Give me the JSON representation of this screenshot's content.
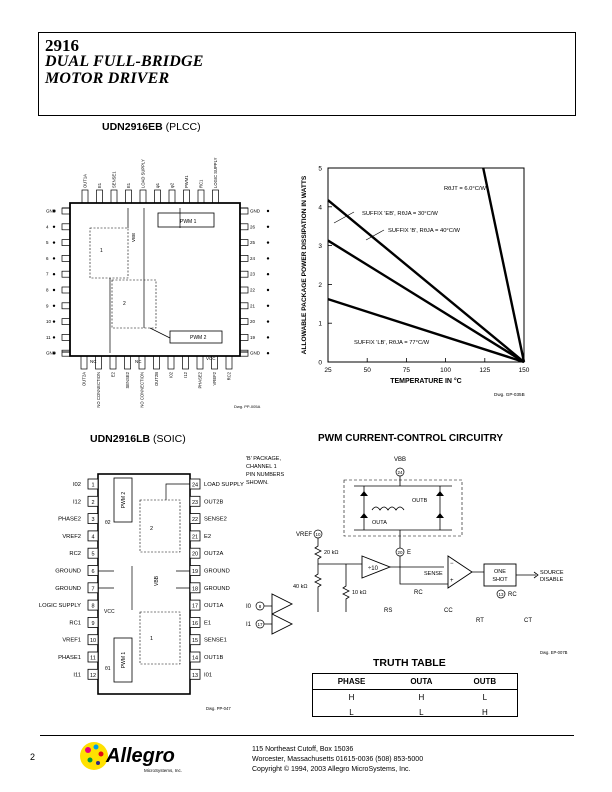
{
  "header": {
    "part_number": "2916",
    "title_line1": "DUAL FULL-BRIDGE",
    "title_line2": "MOTOR DRIVER"
  },
  "plcc": {
    "part": "UDN2916EB",
    "pkg": "(PLCC)",
    "top_pins": [
      "OUT1A",
      "E1",
      "SENSE1",
      "E1",
      "LOAD SUPPLY",
      "φ1",
      "φ2",
      "PWM1",
      "RC1",
      "LOGIC SUPPLY"
    ],
    "bottom_pins": [
      "OUT2A",
      "NO CONNECTION",
      "E2",
      "SENSE2",
      "NO CONNECTION",
      "OUT2B",
      "I02",
      "I12",
      "PHASE2",
      "VREF2",
      "RC2"
    ],
    "left_pins": [
      "GND",
      "4",
      "5",
      "6",
      "7",
      "8",
      "9",
      "10",
      "11",
      "GND"
    ],
    "right_pins": [
      "GND",
      "26",
      "25",
      "24",
      "23",
      "22",
      "21",
      "20",
      "19",
      "GND"
    ],
    "pwm1": "PWM 1",
    "pwm2": "PWM 2",
    "vbb": "VBB",
    "vcc": "VCC",
    "nc": "NC",
    "dwg": "Dwg. PP-005A"
  },
  "chart_data": {
    "type": "line",
    "title": "",
    "xlabel": "TEMPERATURE IN °C",
    "ylabel": "ALLOWABLE PACKAGE POWER DISSIPATION IN WATTS",
    "xlim": [
      25,
      150
    ],
    "ylim": [
      0,
      5
    ],
    "xticks": [
      25,
      50,
      75,
      100,
      125,
      150
    ],
    "yticks": [
      0,
      1,
      2,
      3,
      4,
      5
    ],
    "series": [
      {
        "name": "RθJT = 6.0°C/W",
        "x": [
          124,
          150
        ],
        "y": [
          5,
          0
        ]
      },
      {
        "name": "SUFFIX 'EB', RθJA = 30°C/W",
        "x": [
          25,
          150
        ],
        "y": [
          4.17,
          0
        ]
      },
      {
        "name": "SUFFIX 'B', RθJA = 40°C/W",
        "x": [
          25,
          150
        ],
        "y": [
          3.13,
          0
        ]
      },
      {
        "name": "SUFFIX 'LB', RθJA = 77°C/W",
        "x": [
          25,
          150
        ],
        "y": [
          1.62,
          0
        ]
      }
    ],
    "annotations": [
      "RθJT = 6.0°C/W",
      "SUFFIX 'EB', RθJA = 30°C/W",
      "SUFFIX 'B', RθJA = 40°C/W",
      "SUFFIX 'LB', RθJA = 77°C/W"
    ],
    "dwg": "Dwg. GP-035B"
  },
  "soic": {
    "part": "UDN2916LB",
    "pkg": "(SOIC)",
    "left_labels": [
      "I02",
      "I12",
      "PHASE2",
      "VREF2",
      "RC2",
      "GROUND",
      "GROUND",
      "LOGIC SUPPLY",
      "RC1",
      "VREF1",
      "PHASE1",
      "I11"
    ],
    "left_nums": [
      "1",
      "2",
      "3",
      "4",
      "5",
      "6",
      "7",
      "8",
      "9",
      "10",
      "11",
      "12"
    ],
    "right_labels": [
      "LOAD SUPPLY",
      "OUT2B",
      "SENSE2",
      "E2",
      "OUT2A",
      "GROUND",
      "GROUND",
      "OUT1A",
      "E1",
      "SENSE1",
      "OUT1B",
      "I01"
    ],
    "right_nums": [
      "24",
      "23",
      "22",
      "21",
      "20",
      "19",
      "18",
      "17",
      "16",
      "15",
      "14",
      "13"
    ],
    "pwm1": "PWM 1",
    "pwm2": "PWM 2",
    "vbb": "VBB",
    "vcc": "VCC",
    "theta1": "θ1",
    "theta2": "θ2",
    "dwg": "Dwg. PP-047"
  },
  "pwm_circuit": {
    "title": "PWM CURRENT-CONTROL CIRCUITRY",
    "note": [
      "'B' PACKAGE,",
      "CHANNEL 1",
      "PIN NUMBERS",
      "SHOWN."
    ],
    "vbb": "VBB",
    "vref": "VREF",
    "r20k": "20 kΩ",
    "r40k": "40 kΩ",
    "r10k": "10 kΩ",
    "div10": "÷10",
    "sense": "SENSE",
    "one_shot1": "ONE",
    "one_shot2": "SHOT",
    "source_disable1": "SOURCE",
    "source_disable2": "DISABLE",
    "outb": "OUTB",
    "outa": "OUTA",
    "e": "E",
    "rc": "RC",
    "rt": "RT",
    "ct": "CT",
    "rs": "RS",
    "rc_r": "RC",
    "cc": "CC",
    "i0": "I0",
    "i1": "I1",
    "pins": [
      "24",
      "16",
      "15",
      "13",
      "14",
      "10",
      "17",
      "9",
      "8"
    ],
    "dwg": "Dwg. EP-007B"
  },
  "truth_table": {
    "title": "TRUTH TABLE",
    "headers": [
      "PHASE",
      "OUTA",
      "OUTB"
    ],
    "rows": [
      [
        "H",
        "H",
        "L"
      ],
      [
        "L",
        "L",
        "H"
      ]
    ]
  },
  "footer": {
    "page": "2",
    "logo": "Allegro",
    "logo_sub": "MicroSystems, Inc.",
    "addr1": "115 Northeast Cutoff, Box 15036",
    "addr2": "Worcester, Massachusetts  01615-0036  (508) 853-5000",
    "addr3": "Copyright © 1994, 2003 Allegro MicroSystems, Inc."
  }
}
